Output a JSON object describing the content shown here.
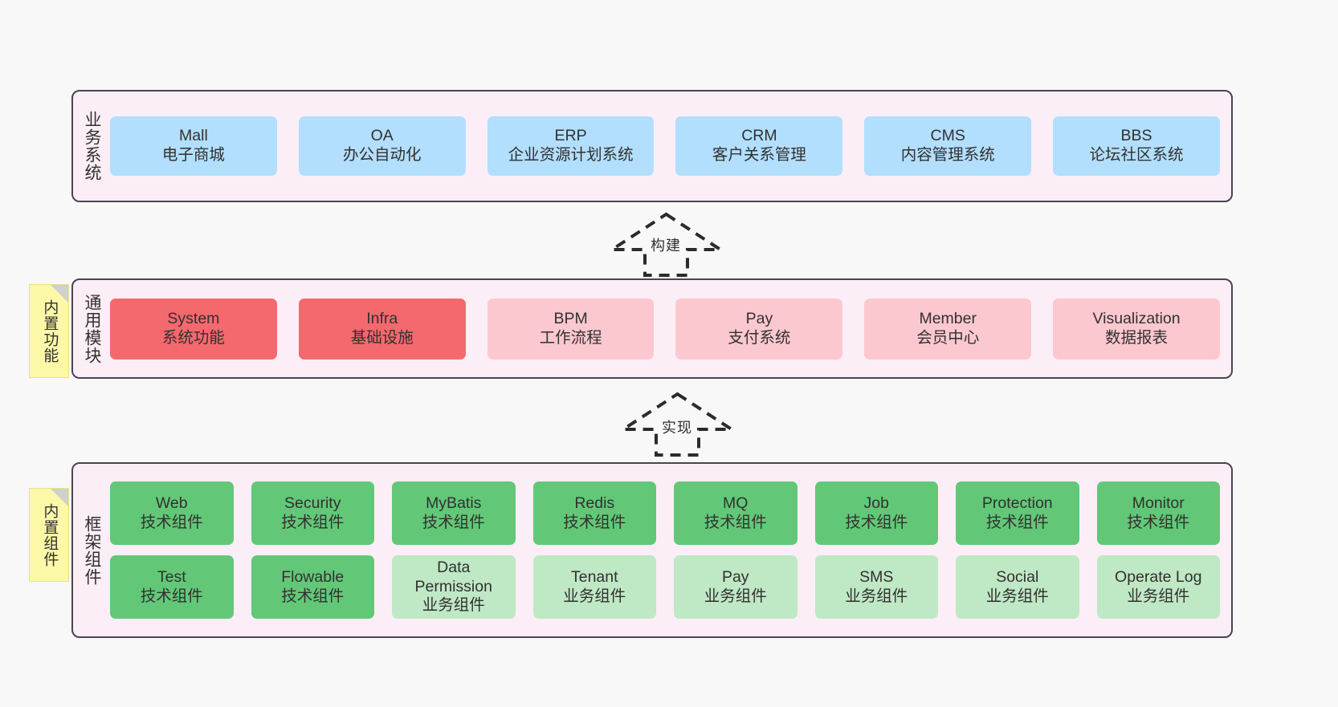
{
  "diagram": {
    "background_color": "#f8f8f8",
    "panel_color": "#fbeef6",
    "panel_border_color": "#4a4452"
  },
  "layers": [
    {
      "id": "business-system",
      "title": "业务系统",
      "rows": [
        {
          "cards": [
            {
              "name": "Mall",
              "sub": "电子商城",
              "color": "#b2dffd",
              "style": "blue"
            },
            {
              "name": "OA",
              "sub": "办公自动化",
              "color": "#b2dffd",
              "style": "blue"
            },
            {
              "name": "ERP",
              "sub": "企业资源计划系统",
              "color": "#b2dffd",
              "style": "blue"
            },
            {
              "name": "CRM",
              "sub": "客户关系管理",
              "color": "#b2dffd",
              "style": "blue"
            },
            {
              "name": "CMS",
              "sub": "内容管理系统",
              "color": "#b2dffd",
              "style": "blue"
            },
            {
              "name": "BBS",
              "sub": "论坛社区系统",
              "color": "#b2dffd",
              "style": "blue"
            }
          ]
        }
      ]
    },
    {
      "id": "common-module",
      "title": "通用模块",
      "sticky": "内置功能",
      "rows": [
        {
          "cards": [
            {
              "name": "System",
              "sub": "系统功能",
              "color": "#f4696e",
              "style": "red"
            },
            {
              "name": "Infra",
              "sub": "基础设施",
              "color": "#f4696e",
              "style": "red"
            },
            {
              "name": "BPM",
              "sub": "工作流程",
              "color": "#fcc8cf",
              "style": "pink"
            },
            {
              "name": "Pay",
              "sub": "支付系统",
              "color": "#fcc8cf",
              "style": "pink"
            },
            {
              "name": "Member",
              "sub": "会员中心",
              "color": "#fcc8cf",
              "style": "pink"
            },
            {
              "name": "Visualization",
              "sub": "数据报表",
              "color": "#fcc8cf",
              "style": "pink"
            }
          ]
        }
      ]
    },
    {
      "id": "framework-component",
      "title": "框架组件",
      "sticky": "内置组件",
      "rows": [
        {
          "cards": [
            {
              "name": "Web",
              "sub": "技术组件",
              "color": "#62c878",
              "style": "green"
            },
            {
              "name": "Security",
              "sub": "技术组件",
              "color": "#62c878",
              "style": "green"
            },
            {
              "name": "MyBatis",
              "sub": "技术组件",
              "color": "#62c878",
              "style": "green"
            },
            {
              "name": "Redis",
              "sub": "技术组件",
              "color": "#62c878",
              "style": "green"
            },
            {
              "name": "MQ",
              "sub": "技术组件",
              "color": "#62c878",
              "style": "green"
            },
            {
              "name": "Job",
              "sub": "技术组件",
              "color": "#62c878",
              "style": "green"
            },
            {
              "name": "Protection",
              "sub": "技术组件",
              "color": "#62c878",
              "style": "green"
            },
            {
              "name": "Monitor",
              "sub": "技术组件",
              "color": "#62c878",
              "style": "green"
            }
          ]
        },
        {
          "cards": [
            {
              "name": "Test",
              "sub": "技术组件",
              "color": "#62c878",
              "style": "green"
            },
            {
              "name": "Flowable",
              "sub": "技术组件",
              "color": "#62c878",
              "style": "green"
            },
            {
              "name": "Data Permission",
              "sub": "业务组件",
              "color": "#bfe8c5",
              "style": "lightgreen"
            },
            {
              "name": "Tenant",
              "sub": "业务组件",
              "color": "#bfe8c5",
              "style": "lightgreen"
            },
            {
              "name": "Pay",
              "sub": "业务组件",
              "color": "#bfe8c5",
              "style": "lightgreen"
            },
            {
              "name": "SMS",
              "sub": "业务组件",
              "color": "#bfe8c5",
              "style": "lightgreen"
            },
            {
              "name": "Social",
              "sub": "业务组件",
              "color": "#bfe8c5",
              "style": "lightgreen"
            },
            {
              "name": "Operate Log",
              "sub": "业务组件",
              "color": "#bfe8c5",
              "style": "lightgreen"
            }
          ]
        }
      ]
    }
  ],
  "arrows": [
    {
      "id": "arrow-build",
      "label": "构建",
      "direction": "up",
      "from": "common-module",
      "to": "business-system"
    },
    {
      "id": "arrow-implement",
      "label": "实现",
      "direction": "up",
      "from": "framework-component",
      "to": "common-module"
    }
  ]
}
